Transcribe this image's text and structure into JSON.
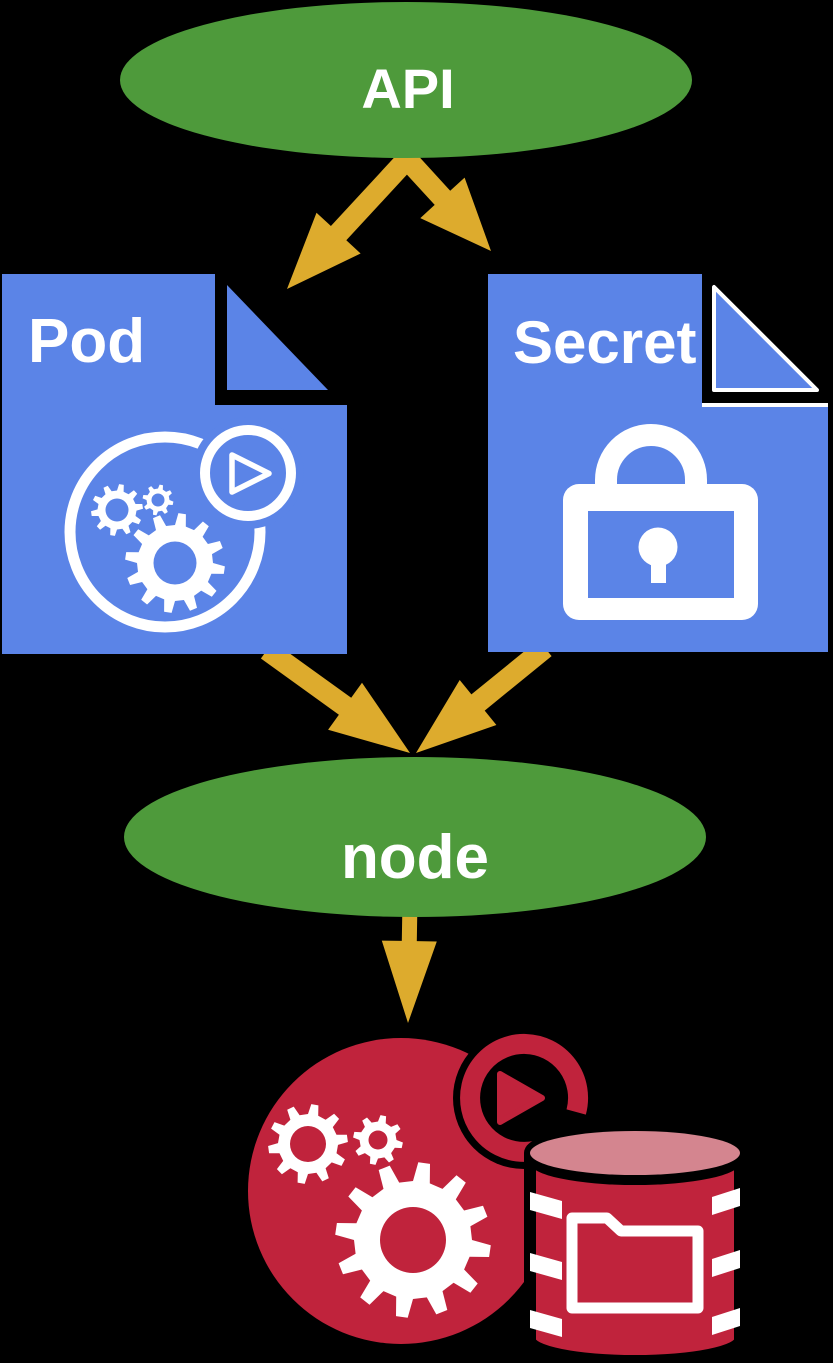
{
  "diagram": {
    "background_color": "#000000",
    "nodes": {
      "api": {
        "label": "API",
        "shape": "ellipse",
        "color": "#4E9A3B"
      },
      "pod": {
        "label": "Pod",
        "shape": "document",
        "color": "#5B84E7",
        "icon": "gears-play-circle-icon"
      },
      "secret": {
        "label": "Secret",
        "shape": "document",
        "color": "#5B84E7",
        "icon": "padlock-icon"
      },
      "node": {
        "label": "node",
        "shape": "ellipse",
        "color": "#4E9A3B"
      },
      "runtime": {
        "shape": "icon-composite",
        "color": "#C0233C",
        "icons": [
          "gears-play-circle-icon",
          "database-folder-icon"
        ]
      }
    },
    "edges": [
      {
        "from": "API",
        "to": "Pod"
      },
      {
        "from": "API",
        "to": "Secret"
      },
      {
        "from": "Pod",
        "to": "node"
      },
      {
        "from": "Secret",
        "to": "node"
      },
      {
        "from": "node",
        "to": "runtime"
      }
    ]
  },
  "colors": {
    "green": "#4E9A3B",
    "blue": "#5B84E7",
    "gold": "#DDAB2D",
    "red": "#C0233C",
    "pink": "#D4858F",
    "white": "#FFFFFF",
    "black": "#000000"
  }
}
